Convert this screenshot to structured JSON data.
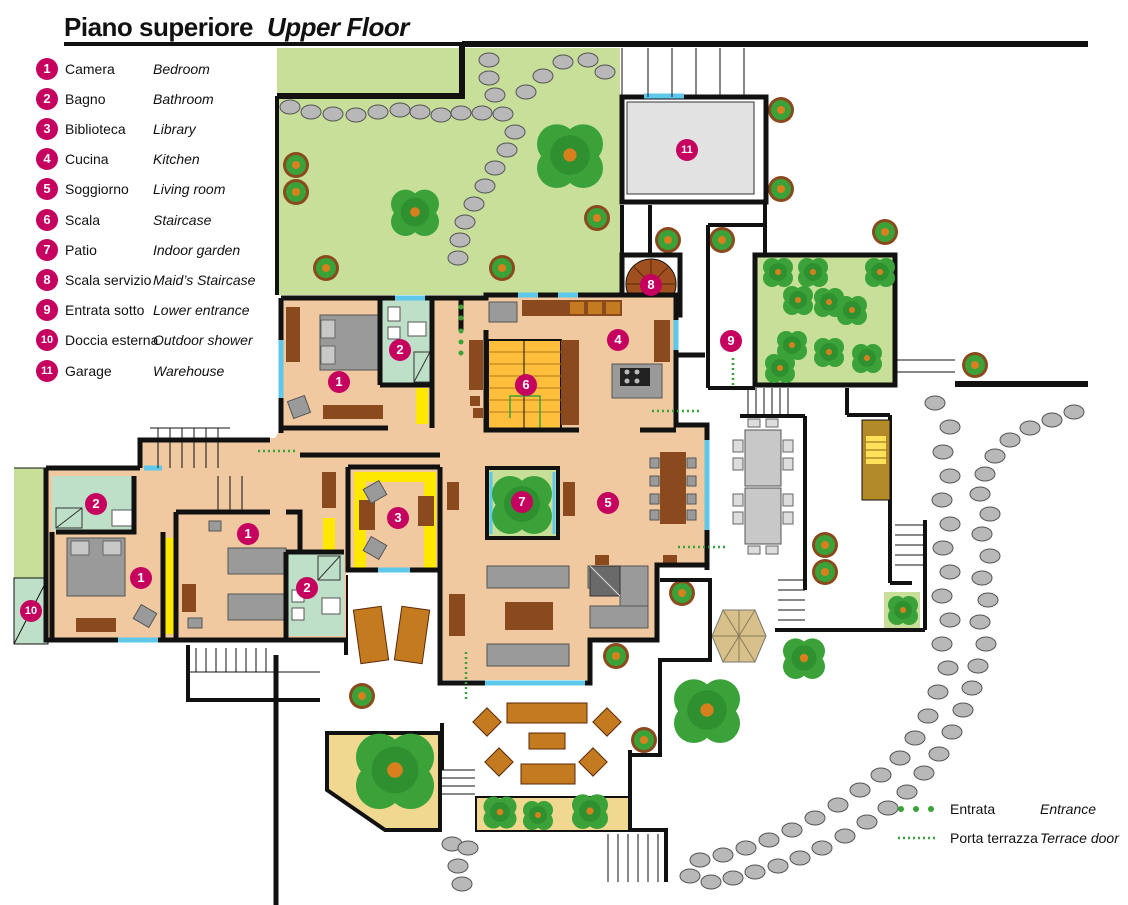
{
  "header": {
    "title_it": "Piano superiore",
    "title_en": "Upper Floor"
  },
  "legend": [
    {
      "num": "1",
      "it": "Camera",
      "en": "Bedroom"
    },
    {
      "num": "2",
      "it": "Bagno",
      "en": "Bathroom"
    },
    {
      "num": "3",
      "it": "Biblioteca",
      "en": "Library"
    },
    {
      "num": "4",
      "it": "Cucina",
      "en": "Kitchen"
    },
    {
      "num": "5",
      "it": "Soggiorno",
      "en": "Living room"
    },
    {
      "num": "6",
      "it": "Scala",
      "en": "Staircase"
    },
    {
      "num": "7",
      "it": "Patio",
      "en": "Indoor garden"
    },
    {
      "num": "8",
      "it": "Scala servizio",
      "en": "Maid’s Staircase"
    },
    {
      "num": "9",
      "it": "Entrata sotto",
      "en": "Lower entrance"
    },
    {
      "num": "10",
      "it": "Doccia esterna",
      "en": "Outdoor shower"
    },
    {
      "num": "11",
      "it": "Garage",
      "en": "Warehouse"
    }
  ],
  "markers": {
    "m1a": "1",
    "m1b": "1",
    "m1c": "1",
    "m2a": "2",
    "m2b": "2",
    "m2c": "2",
    "m3": "3",
    "m4": "4",
    "m5": "5",
    "m6": "6",
    "m7": "7",
    "m8": "8",
    "m9": "9",
    "m10": "10",
    "m11": "11"
  },
  "key": {
    "entrance_it": "Entrata",
    "entrance_en": "Entrance",
    "terrace_it": "Porta terrazza",
    "terrace_en": "Terrace door"
  },
  "colors": {
    "wall": "#111111",
    "floor": "#f0c9a0",
    "garden": "#c7df98",
    "bath": "#bfe0c8",
    "furniture": "#8a4a1e",
    "gray": "#9a9a9a",
    "yellow": "#ffe800",
    "stair": "#ffbe3c",
    "tree": "#3aa238",
    "badge": "#c5005f",
    "glass": "#5ec8ea"
  }
}
